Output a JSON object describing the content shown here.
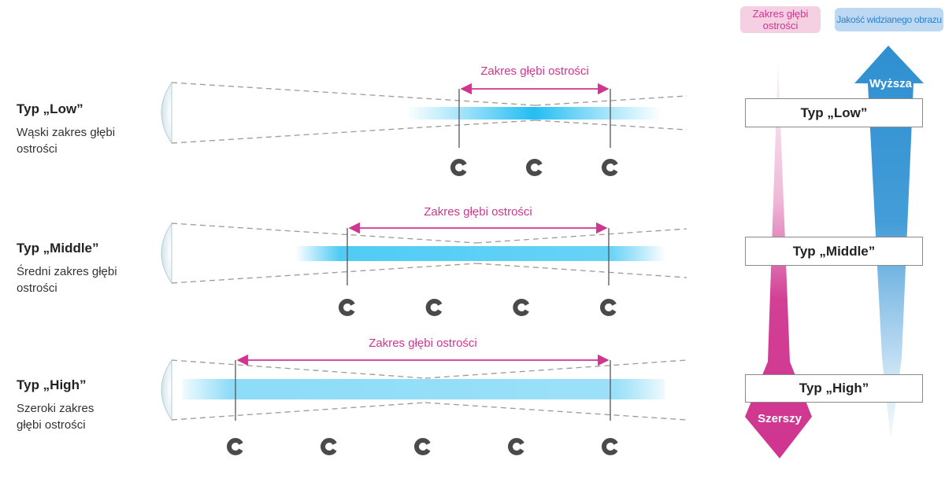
{
  "colors": {
    "accent_magenta": "#d0358f",
    "accent_blue": "#2e8fd0",
    "beam_blue": "#33c3f3",
    "guide_gray": "#8c8c8c"
  },
  "rows": [
    {
      "title": "Typ „Low”",
      "desc": "Wąski zakres głębi ostrości",
      "range_label": "Zakres głębi ostrości",
      "c_count": 3
    },
    {
      "title": "Typ „Middle”",
      "desc": "Średni zakres głębi ostrości",
      "range_label": "Zakres głębi ostrości",
      "c_count": 4
    },
    {
      "title": "Typ „High”",
      "desc": "Szeroki zakres głębi ostrości",
      "range_label": "Zakres głębi ostrości",
      "c_count": 5
    }
  ],
  "legend": {
    "depth_header": "Zakres głębi ostrości",
    "quality_header": "Jakość widzianego obrazu",
    "depth_arrow_label": "Szerszy",
    "quality_arrow_label": "Wyższa",
    "boxes": [
      "Typ „Low”",
      "Typ „Middle”",
      "Typ „High”"
    ]
  }
}
